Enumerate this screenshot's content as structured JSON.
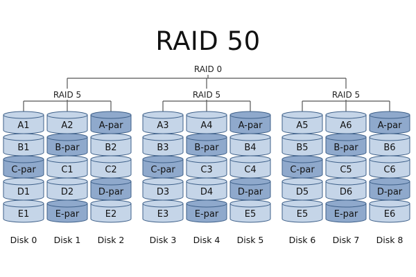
{
  "title": "RAID 50",
  "raid0_label": "RAID 0",
  "colors": {
    "data_fill": "#c5d5e8",
    "parity_fill": "#8fa9cc",
    "stroke": "#3d5f88",
    "line": "#555555"
  },
  "groups": [
    {
      "label": "RAID 5",
      "disks": [
        {
          "label": "Disk 0",
          "cells": [
            {
              "t": "A1",
              "p": false
            },
            {
              "t": "B1",
              "p": false
            },
            {
              "t": "C-par",
              "p": true
            },
            {
              "t": "D1",
              "p": false
            },
            {
              "t": "E1",
              "p": false
            }
          ]
        },
        {
          "label": "Disk 1",
          "cells": [
            {
              "t": "A2",
              "p": false
            },
            {
              "t": "B-par",
              "p": true
            },
            {
              "t": "C1",
              "p": false
            },
            {
              "t": "D2",
              "p": false
            },
            {
              "t": "E-par",
              "p": true
            }
          ]
        },
        {
          "label": "Disk 2",
          "cells": [
            {
              "t": "A-par",
              "p": true
            },
            {
              "t": "B2",
              "p": false
            },
            {
              "t": "C2",
              "p": false
            },
            {
              "t": "D-par",
              "p": true
            },
            {
              "t": "E2",
              "p": false
            }
          ]
        }
      ]
    },
    {
      "label": "RAID 5",
      "disks": [
        {
          "label": "Disk 3",
          "cells": [
            {
              "t": "A3",
              "p": false
            },
            {
              "t": "B3",
              "p": false
            },
            {
              "t": "C-par",
              "p": true
            },
            {
              "t": "D3",
              "p": false
            },
            {
              "t": "E3",
              "p": false
            }
          ]
        },
        {
          "label": "Disk 4",
          "cells": [
            {
              "t": "A4",
              "p": false
            },
            {
              "t": "B-par",
              "p": true
            },
            {
              "t": "C3",
              "p": false
            },
            {
              "t": "D4",
              "p": false
            },
            {
              "t": "E-par",
              "p": true
            }
          ]
        },
        {
          "label": "Disk 5",
          "cells": [
            {
              "t": "A-par",
              "p": true
            },
            {
              "t": "B4",
              "p": false
            },
            {
              "t": "C4",
              "p": false
            },
            {
              "t": "D-par",
              "p": true
            },
            {
              "t": "E5",
              "p": false
            }
          ]
        }
      ]
    },
    {
      "label": "RAID 5",
      "disks": [
        {
          "label": "Disk 6",
          "cells": [
            {
              "t": "A5",
              "p": false
            },
            {
              "t": "B5",
              "p": false
            },
            {
              "t": "C-par",
              "p": true
            },
            {
              "t": "D5",
              "p": false
            },
            {
              "t": "E5",
              "p": false
            }
          ]
        },
        {
          "label": "Disk 7",
          "cells": [
            {
              "t": "A6",
              "p": false
            },
            {
              "t": "B-par",
              "p": true
            },
            {
              "t": "C5",
              "p": false
            },
            {
              "t": "D6",
              "p": false
            },
            {
              "t": "E-par",
              "p": true
            }
          ]
        },
        {
          "label": "Disk 8",
          "cells": [
            {
              "t": "A-par",
              "p": true
            },
            {
              "t": "B6",
              "p": false
            },
            {
              "t": "C6",
              "p": false
            },
            {
              "t": "D-par",
              "p": true
            },
            {
              "t": "E6",
              "p": false
            }
          ]
        }
      ]
    }
  ]
}
